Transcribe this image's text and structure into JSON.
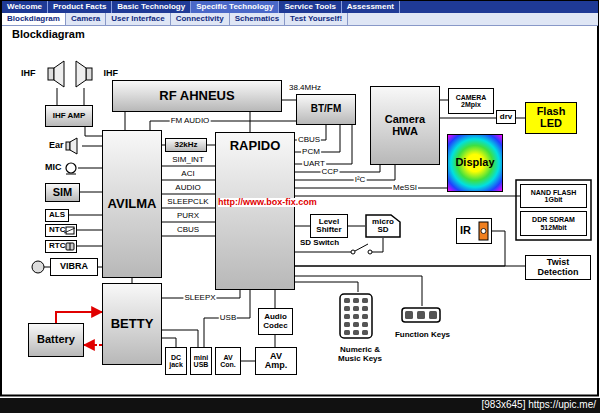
{
  "diagram": {
    "title": "Blockdiagram",
    "nodes": [
      {
        "text": [
          "IHF"
        ]
      },
      {
        "text": [
          "IHF"
        ]
      },
      {
        "text": [
          "IHF AMP"
        ]
      },
      {
        "text": [
          "RF AHNEUS"
        ]
      },
      {
        "text": [
          "BT/FM"
        ]
      },
      {
        "text": [
          "Camera HWA"
        ]
      },
      {
        "text": [
          "CAMERA 2Mpix"
        ]
      },
      {
        "text": [
          "drv"
        ]
      },
      {
        "text": [
          "Flash LED"
        ]
      },
      {
        "text": [
          "Ear"
        ]
      },
      {
        "text": [
          "MIC"
        ]
      },
      {
        "text": [
          "AVILMA"
        ]
      },
      {
        "text": [
          "32kHz"
        ]
      },
      {
        "text": [
          "RAPIDO"
        ]
      },
      {
        "text": [
          "Display"
        ]
      },
      {
        "text": [
          "SIM"
        ]
      },
      {
        "text": [
          "ALS"
        ]
      },
      {
        "text": [
          "NTC"
        ]
      },
      {
        "text": [
          "RTC"
        ]
      },
      {
        "text": [
          "VIBRA"
        ]
      },
      {
        "text": [
          "NAND FLASH 1Gbit"
        ]
      },
      {
        "text": [
          "DDR SDRAM 512Mbit"
        ]
      },
      {
        "text": [
          "Level Shifter"
        ]
      },
      {
        "text": [
          "micro SD"
        ]
      },
      {
        "text": [
          "IR"
        ]
      },
      {
        "text": [
          "Twist Detection"
        ]
      },
      {
        "text": [
          "BETTY"
        ]
      },
      {
        "text": [
          "Battery"
        ]
      },
      {
        "text": [
          "DC jack"
        ]
      },
      {
        "text": [
          "mini USB"
        ]
      },
      {
        "text": [
          "AV Con."
        ]
      },
      {
        "text": [
          "Audio Codec"
        ]
      },
      {
        "text": [
          "AV Amp."
        ]
      },
      {
        "text": [
          "Numeric & Music Keys"
        ]
      },
      {
        "text": [
          "Function Keys"
        ]
      }
    ],
    "edges": [
      {
        "from": 2,
        "to": 0,
        "arrow": "none"
      },
      {
        "from": 2,
        "to": 1,
        "arrow": "none"
      },
      {
        "from": 2,
        "to": 11,
        "arrow": "none"
      },
      {
        "from": 3,
        "to": 11,
        "arrow": "none"
      },
      {
        "from": 3,
        "to": 13,
        "arrow": "none"
      },
      {
        "from": 3,
        "to": 4,
        "label": "38.4MHz",
        "arrow": "none"
      },
      {
        "from": 4,
        "to": 11,
        "label": "FM AUDIO",
        "arrow": "none"
      },
      {
        "from": 4,
        "to": 13,
        "label": "CBUS",
        "arrow": "none"
      },
      {
        "from": 4,
        "to": 13,
        "label": "PCM",
        "arrow": "none"
      },
      {
        "from": 4,
        "to": 13,
        "label": "UART",
        "arrow": "none"
      },
      {
        "from": 5,
        "to": 6,
        "arrow": "none"
      },
      {
        "from": 5,
        "to": 7,
        "arrow": "none"
      },
      {
        "from": 7,
        "to": 8,
        "arrow": "none"
      },
      {
        "from": 5,
        "to": 13,
        "label": "CCP",
        "arrow": "none"
      },
      {
        "from": 5,
        "to": 13,
        "label": "I²C",
        "arrow": "none"
      },
      {
        "from": 9,
        "to": 11,
        "arrow": "none"
      },
      {
        "from": 10,
        "to": 11,
        "arrow": "none"
      },
      {
        "from": 11,
        "to": 12,
        "arrow": "none"
      },
      {
        "from": 12,
        "to": 13,
        "arrow": "none"
      },
      {
        "from": 11,
        "to": 13,
        "label": "SIM_INT",
        "arrow": "none"
      },
      {
        "from": 11,
        "to": 13,
        "label": "ACI",
        "arrow": "none"
      },
      {
        "from": 11,
        "to": 13,
        "label": "AUDIO",
        "arrow": "none"
      },
      {
        "from": 11,
        "to": 13,
        "label": "SLEEPCLK",
        "arrow": "none"
      },
      {
        "from": 11,
        "to": 13,
        "label": "PURX",
        "arrow": "none"
      },
      {
        "from": 11,
        "to": 13,
        "label": "CBUS",
        "arrow": "none"
      },
      {
        "from": 13,
        "to": 14,
        "label": "MeSSI",
        "arrow": "none"
      },
      {
        "from": 13,
        "to": 20,
        "arrow": "none"
      },
      {
        "from": 15,
        "to": 11,
        "arrow": "none"
      },
      {
        "from": 16,
        "to": 11,
        "arrow": "none"
      },
      {
        "from": 17,
        "to": 11,
        "arrow": "none"
      },
      {
        "from": 18,
        "to": 11,
        "arrow": "none"
      },
      {
        "from": 19,
        "to": 11,
        "arrow": "none"
      },
      {
        "from": 13,
        "to": 22,
        "arrow": "none"
      },
      {
        "from": 22,
        "to": 23,
        "arrow": "none"
      },
      {
        "from": 13,
        "to": 24,
        "arrow": "none"
      },
      {
        "from": 13,
        "to": 25,
        "arrow": "none"
      },
      {
        "from": 11,
        "to": 26,
        "arrow": "none"
      },
      {
        "from": 26,
        "to": 13,
        "label": "SLEEPX",
        "arrow": "none"
      },
      {
        "from": 29,
        "to": 13,
        "label": "USB",
        "arrow": "none"
      },
      {
        "from": 27,
        "to": 26,
        "arrow": "to"
      },
      {
        "from": 26,
        "to": 27,
        "arrow": "to"
      },
      {
        "from": 26,
        "to": 28,
        "arrow": "none"
      },
      {
        "from": 26,
        "to": 29,
        "arrow": "none"
      },
      {
        "from": 13,
        "to": 31,
        "arrow": "none"
      },
      {
        "from": 31,
        "to": 32,
        "arrow": "none"
      },
      {
        "from": 32,
        "to": 30,
        "arrow": "none"
      },
      {
        "from": 13,
        "to": 33,
        "arrow": "none"
      },
      {
        "from": 13,
        "to": 34,
        "arrow": "none"
      }
    ],
    "labels": [
      "Welcome",
      "Product Facts",
      "Basic Technology",
      "Specific Technology",
      "Service Tools",
      "Assessment",
      "Blockdiagram",
      "Camera",
      "User Interface",
      "Connectivity",
      "Schematics",
      "Test Yourself!",
      "SD Switch",
      "http://www.box-fix.com",
      "[983x645] https://upic.me/"
    ]
  }
}
